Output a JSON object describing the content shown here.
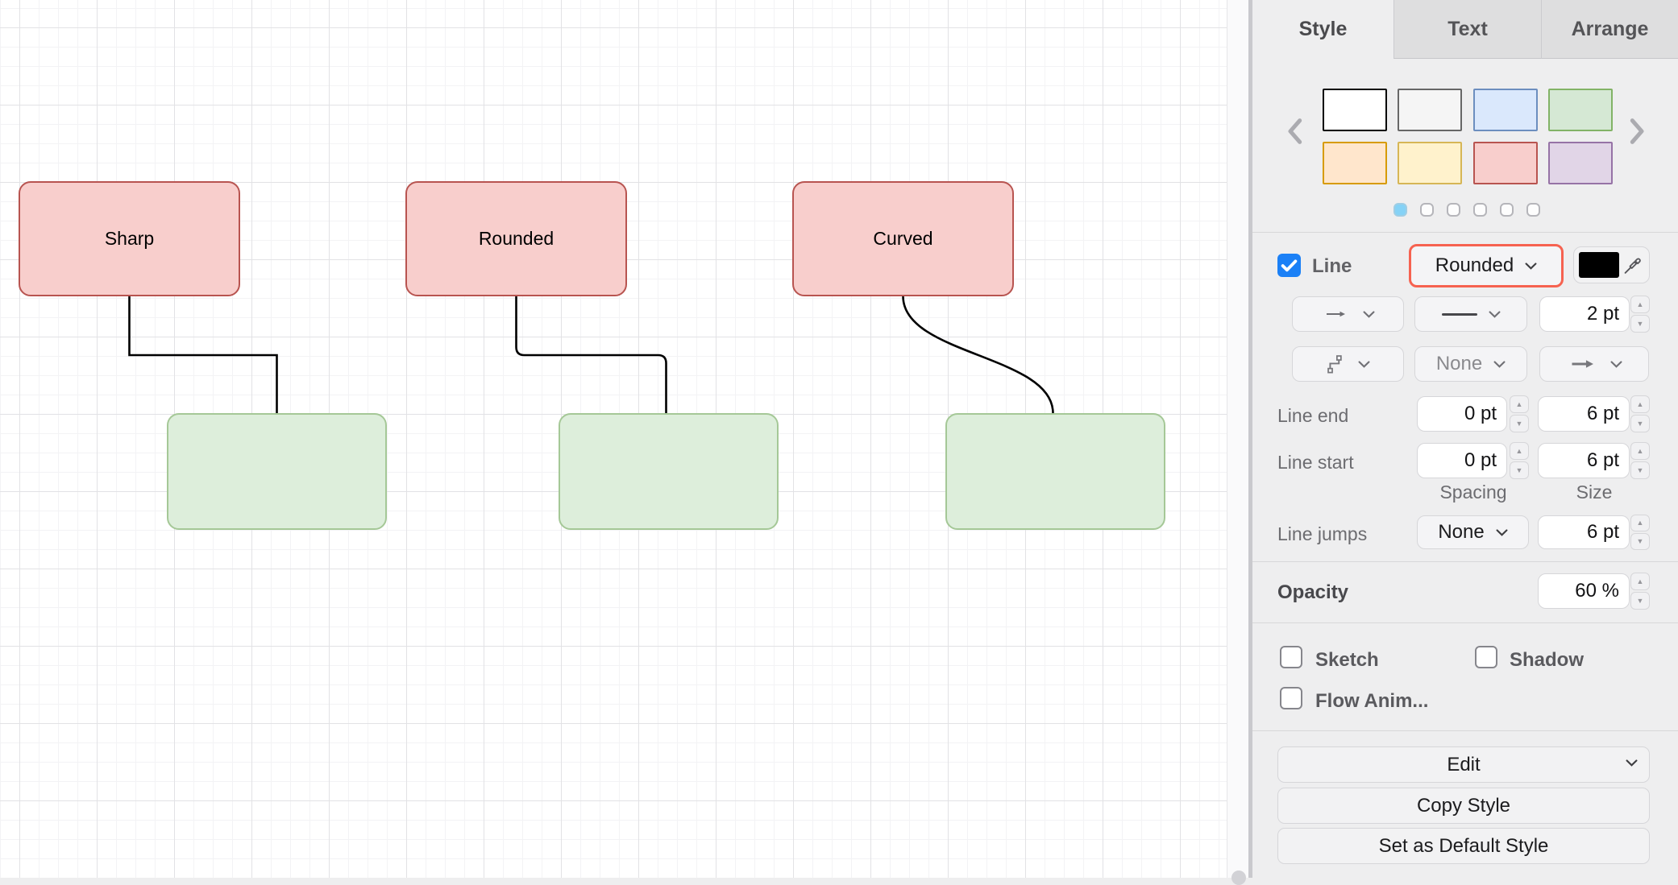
{
  "canvas": {
    "nodes": [
      {
        "id": "sharp",
        "label": "Sharp",
        "fill": "#f8cecc",
        "stroke": "#b85450"
      },
      {
        "id": "rounded",
        "label": "Rounded",
        "fill": "#f8cecc",
        "stroke": "#b85450"
      },
      {
        "id": "curved",
        "label": "Curved",
        "fill": "#f8cecc",
        "stroke": "#b85450"
      },
      {
        "id": "sharp-target",
        "label": "",
        "fill": "#ddeedb",
        "stroke": "#a5c897"
      },
      {
        "id": "rounded-target",
        "label": "",
        "fill": "#ddeedb",
        "stroke": "#a5c897"
      },
      {
        "id": "curved-target",
        "label": "",
        "fill": "#ddeedb",
        "stroke": "#a5c897"
      }
    ],
    "edge_color": "#000000"
  },
  "panel": {
    "tabs": [
      {
        "label": "Style",
        "active": true
      },
      {
        "label": "Text",
        "active": false
      },
      {
        "label": "Arrange",
        "active": false
      }
    ],
    "swatches": [
      {
        "fill": "#ffffff",
        "stroke": "#000000"
      },
      {
        "fill": "#f5f5f5",
        "stroke": "#666666"
      },
      {
        "fill": "#dae8fc",
        "stroke": "#6c8ebf"
      },
      {
        "fill": "#d5e8d4",
        "stroke": "#82b366"
      },
      {
        "fill": "#ffe6cc",
        "stroke": "#d79b00"
      },
      {
        "fill": "#fff2cc",
        "stroke": "#d6b656"
      },
      {
        "fill": "#f8cecc",
        "stroke": "#b85450"
      },
      {
        "fill": "#e1d5e7",
        "stroke": "#9673a6"
      }
    ],
    "pager": {
      "count": 6,
      "active_index": 0,
      "active_color": "#85d2f6"
    },
    "line": {
      "label": "Line",
      "checked": true,
      "style_value": "Rounded",
      "style_highlight_color": "#f66250",
      "color_value": "#000000",
      "width_value": "2 pt",
      "fill_style_value": "None"
    },
    "line_end": {
      "label": "Line end",
      "spacing": "0 pt",
      "size": "6 pt"
    },
    "line_start": {
      "label": "Line start",
      "spacing": "0 pt",
      "size": "6 pt"
    },
    "columns": {
      "spacing_label": "Spacing",
      "size_label": "Size"
    },
    "line_jumps": {
      "label": "Line jumps",
      "value": "None",
      "size": "6 pt"
    },
    "opacity": {
      "label": "Opacity",
      "value": "60 %"
    },
    "toggles": {
      "sketch": {
        "label": "Sketch",
        "checked": false
      },
      "shadow": {
        "label": "Shadow",
        "checked": false
      },
      "flow": {
        "label": "Flow Anim...",
        "checked": false
      }
    },
    "buttons": {
      "edit": "Edit",
      "copy_style": "Copy Style",
      "set_default": "Set as Default Style"
    }
  }
}
